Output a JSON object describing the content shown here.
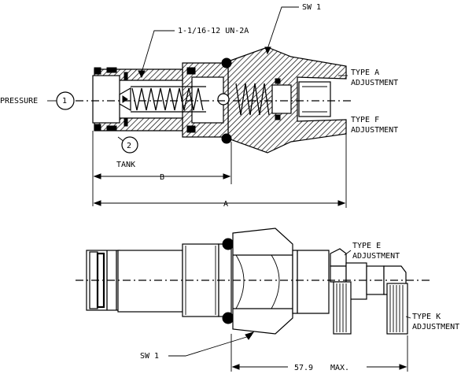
{
  "top_view": {
    "sw_label": "SW 1",
    "thread_label": "1-1/16-12 UN-2A",
    "type_a_line1": "TYPE A",
    "type_a_line2": "ADJUSTMENT",
    "type_f_line1": "TYPE F",
    "type_f_line2": "ADJUSTMENT",
    "pressure_label": "PRESSURE",
    "port1_number": "1",
    "port2_number": "2",
    "tank_label": "TANK",
    "dim_b_label": "B",
    "dim_a_label": "A"
  },
  "bottom_view": {
    "type_e_line1": "TYPE E",
    "type_e_line2": "ADJUSTMENT",
    "type_k_line1": "TYPE K",
    "type_k_line2": "ADJUSTMENT",
    "sw_label": "SW 1",
    "dim_length": "57.9",
    "dim_suffix": "MAX."
  }
}
